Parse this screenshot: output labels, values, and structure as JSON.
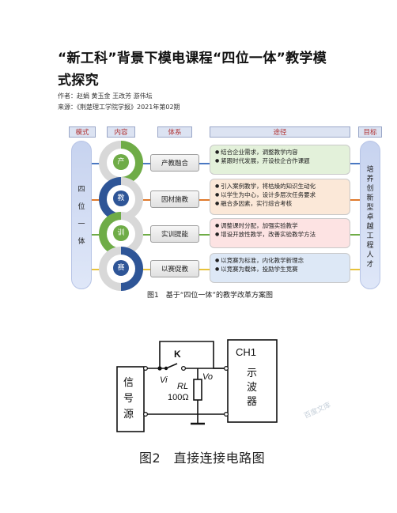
{
  "article": {
    "title_line1": "“新工科”背景下模电课程“四位一体”教学模",
    "title_line2": "式探究",
    "authors": "作者：赵娟 黄玉金 王改芳 游伟坛",
    "source": "来源：《荆楚理工学院学报》2021年第02期"
  },
  "figure1": {
    "headers": [
      "模式",
      "内容",
      "体系",
      "途径",
      "目标"
    ],
    "mode_text": [
      "四",
      "位",
      "一",
      "体"
    ],
    "goal_text": [
      "培",
      "养",
      "创",
      "新",
      "型",
      "卓",
      "越",
      "工",
      "程",
      "人",
      "才"
    ],
    "rows": [
      {
        "char": "产",
        "system": "产教融合",
        "color": "#6fac47",
        "items": [
          "结合企业需求，调整教学内容",
          "紧跟时代发展，开设校企合作课题"
        ]
      },
      {
        "char": "教",
        "system": "因材施教",
        "color": "#2e5597",
        "items": [
          "引入案例教学，将枯燥的知识生动化",
          "以学生为中心，设计多层次任务要求",
          "融合多因素，实行综合考核"
        ]
      },
      {
        "char": "训",
        "system": "实训提能",
        "color": "#6fac47",
        "items": [
          "调整课时分配，加强实验教学",
          "增设开放性教学，改善实验教学方法"
        ]
      },
      {
        "char": "赛",
        "system": "以赛促教",
        "color": "#2e5597",
        "items": [
          "以竞赛为标准，内化教学新理念",
          "以竞赛为载体，投励学生竞赛"
        ]
      }
    ],
    "line_colors": [
      "#4a78c2",
      "#e0792c",
      "#6fac47",
      "#e8c23a"
    ],
    "panel_colors": [
      "#e3f1da",
      "#fbe8d8",
      "#fde3e3",
      "#dde8f6"
    ],
    "caption": "图1　基于“四位一体”的教学改革方案图"
  },
  "figure2": {
    "switch_label": "K",
    "channel_label": "CH1",
    "scope_label": [
      "示",
      "波",
      "器"
    ],
    "source_label": [
      "信",
      "号",
      "源"
    ],
    "vi_label": "Vi",
    "vo_label": "Vo",
    "rl_label": "RL",
    "resistance": "100Ω",
    "caption": "图2　直接连接电路图",
    "watermark": "百度文库"
  }
}
